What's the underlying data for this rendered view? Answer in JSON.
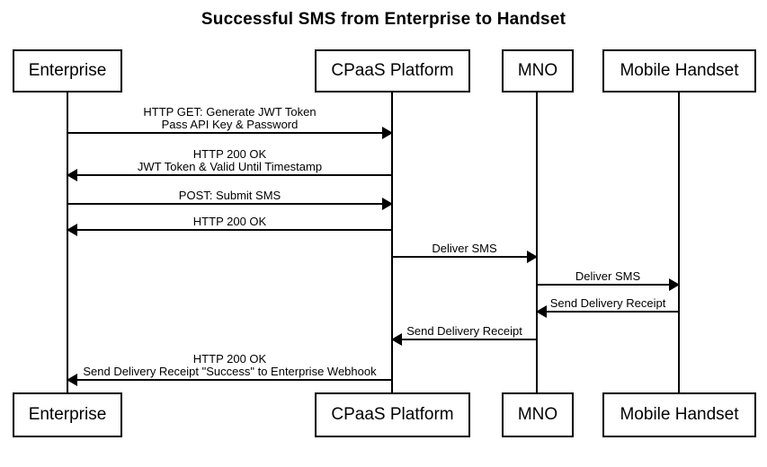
{
  "title": "Successful SMS from Enterprise to Handset",
  "actors": [
    {
      "id": "enterprise",
      "label": "Enterprise"
    },
    {
      "id": "cpaas",
      "label": "CPaaS Platform"
    },
    {
      "id": "mno",
      "label": "MNO"
    },
    {
      "id": "handset",
      "label": "Mobile Handset"
    }
  ],
  "messages": [
    {
      "from": "Enterprise",
      "to": "CPaaS Platform",
      "direction": "right",
      "lines": [
        "HTTP GET: Generate JWT Token",
        "Pass API Key & Password"
      ]
    },
    {
      "from": "CPaaS Platform",
      "to": "Enterprise",
      "direction": "left",
      "lines": [
        "HTTP 200 OK",
        "JWT Token & Valid Until Timestamp"
      ]
    },
    {
      "from": "Enterprise",
      "to": "CPaaS Platform",
      "direction": "right",
      "lines": [
        "POST: Submit SMS"
      ]
    },
    {
      "from": "CPaaS Platform",
      "to": "Enterprise",
      "direction": "left",
      "lines": [
        "HTTP 200 OK"
      ]
    },
    {
      "from": "CPaaS Platform",
      "to": "MNO",
      "direction": "right",
      "lines": [
        "Deliver SMS"
      ]
    },
    {
      "from": "MNO",
      "to": "Mobile Handset",
      "direction": "right",
      "lines": [
        "Deliver SMS"
      ]
    },
    {
      "from": "Mobile Handset",
      "to": "MNO",
      "direction": "left",
      "lines": [
        "Send Delivery Receipt"
      ]
    },
    {
      "from": "MNO",
      "to": "CPaaS Platform",
      "direction": "left",
      "lines": [
        "Send Delivery Receipt"
      ]
    },
    {
      "from": "CPaaS Platform",
      "to": "Enterprise",
      "direction": "left",
      "lines": [
        "HTTP 200 OK",
        "Send Delivery Receipt \"Success\" to Enterprise Webhook"
      ]
    }
  ],
  "colors": {
    "line": "#000000",
    "text": "#000000",
    "background": "#ffffff"
  }
}
